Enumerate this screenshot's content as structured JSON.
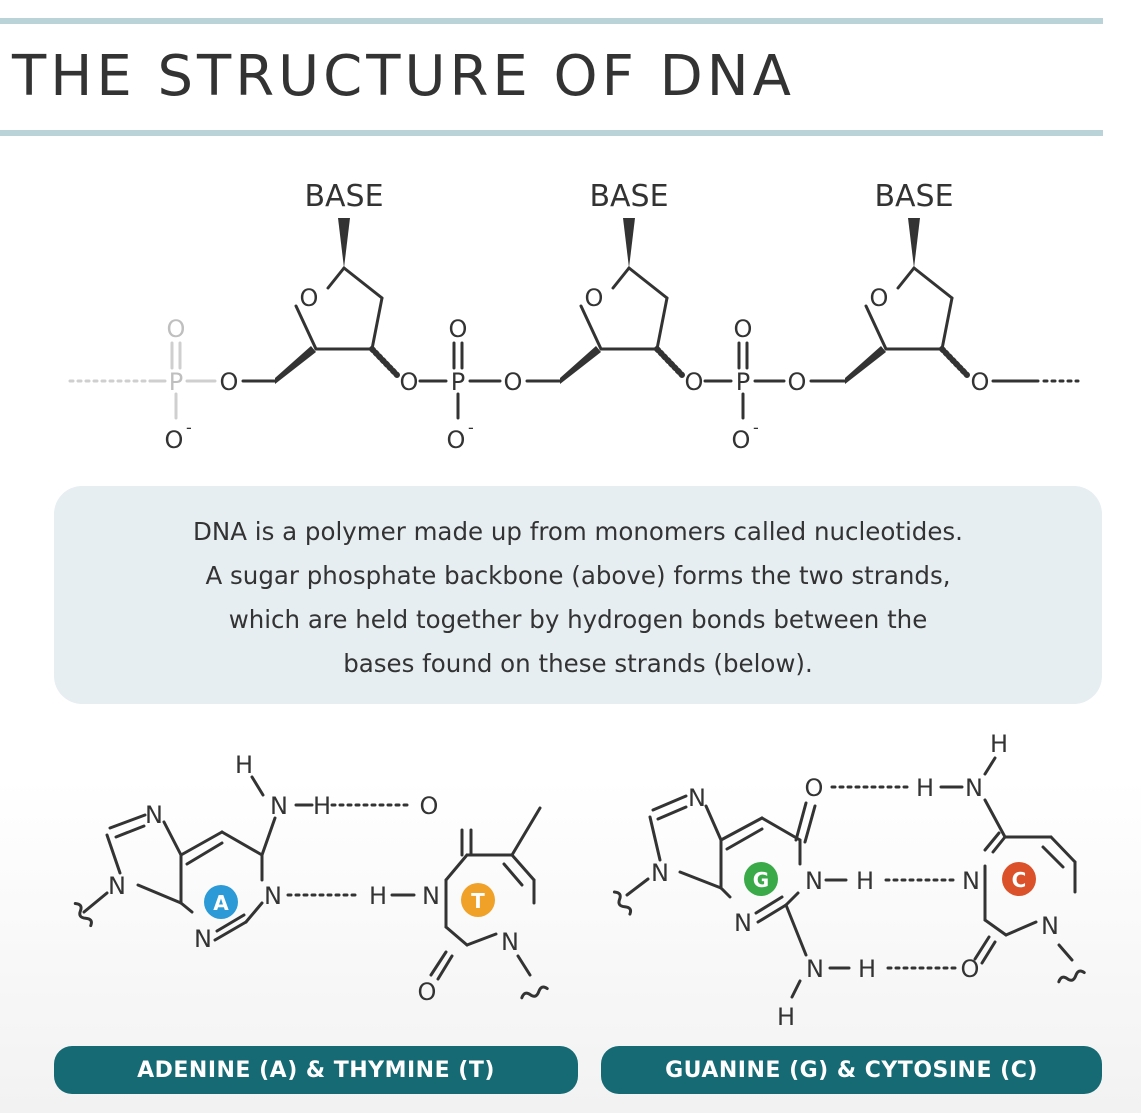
{
  "title": "THE STRUCTURE OF DNA",
  "backbone": {
    "base_labels": [
      "BASE",
      "BASE",
      "BASE"
    ],
    "oxygen": "O",
    "phosphorus": "P",
    "oxide": "O",
    "charge": "-"
  },
  "description_lines": [
    "DNA is a polymer made up from monomers called nucleotides.",
    "A sugar phosphate backbone (above) forms the two strands,",
    "which are held together by hydrogen bonds between the",
    "bases found on these strands (below)."
  ],
  "base_pairs": {
    "adenine_thymine": {
      "label": "ADENINE (A) & THYMINE (T)",
      "badges": [
        "A",
        "T"
      ]
    },
    "guanine_cytosine": {
      "label": "GUANINE (G) & CYTOSINE (C)",
      "badges": [
        "G",
        "C"
      ]
    }
  },
  "atoms": {
    "N": "N",
    "H": "H",
    "O": "O"
  },
  "colors": {
    "rule": "#b9d3d8",
    "ink": "#333333",
    "pill": "#156a73",
    "info_box": "#e6eef2",
    "adenine": "#2c9ad6",
    "thymine": "#f0a128",
    "guanine": "#3aaa49",
    "cytosine": "#db5129"
  }
}
